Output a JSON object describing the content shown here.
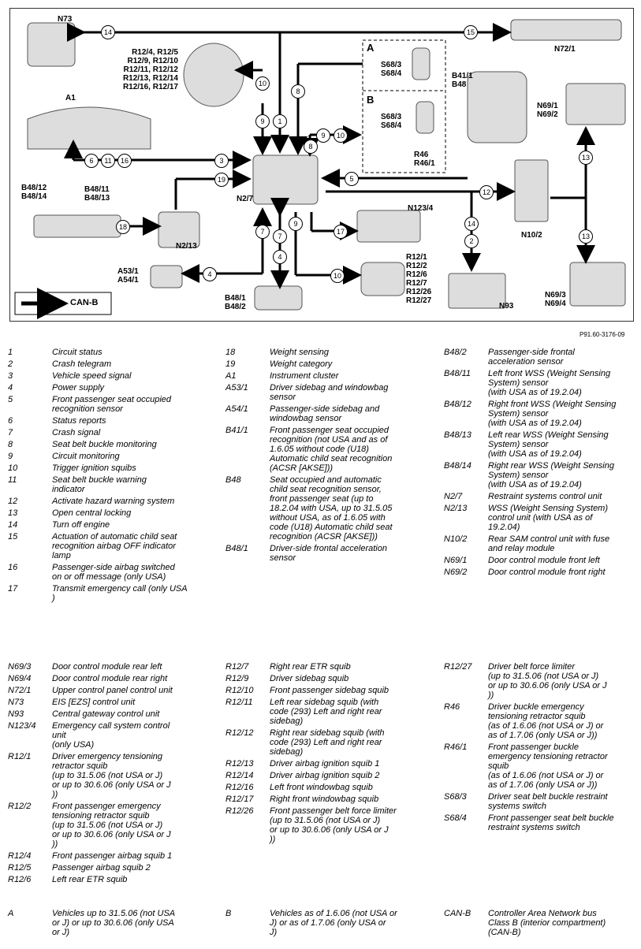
{
  "diagram": {
    "components": [
      {
        "name": "n73",
        "label": "N73"
      },
      {
        "name": "r12-group",
        "label": "R12/4, R12/5\nR12/9, R12/10\nR12/11, R12/12\nR12/13, R12/14\nR12/16, R12/17"
      },
      {
        "name": "box-a",
        "label": "A"
      },
      {
        "name": "box-a-s68",
        "label": "S68/3\nS68/4"
      },
      {
        "name": "box-b",
        "label": "B"
      },
      {
        "name": "box-b-s68",
        "label": "S68/3\nS68/4"
      },
      {
        "name": "box-b-r46",
        "label": "R46\nR46/1"
      },
      {
        "name": "n72-1",
        "label": "N72/1"
      },
      {
        "name": "b41-1",
        "label": "B41/1\nB48"
      },
      {
        "name": "a1",
        "label": "A1"
      },
      {
        "name": "n69-1",
        "label": "N69/1\nN69/2"
      },
      {
        "name": "b48-12",
        "label": "B48/12\nB48/14"
      },
      {
        "name": "b48-11",
        "label": "B48/11\nB48/13"
      },
      {
        "name": "n2-7",
        "label": "N2/7"
      },
      {
        "name": "n123-4",
        "label": "N123/4"
      },
      {
        "name": "n10-2",
        "label": "N10/2"
      },
      {
        "name": "n2-13",
        "label": "N2/13"
      },
      {
        "name": "a53-1",
        "label": "A53/1\nA54/1"
      },
      {
        "name": "r12-1",
        "label": "R12/1\nR12/2\nR12/6\nR12/7\nR12/26\nR12/27"
      },
      {
        "name": "n69-3",
        "label": "N69/3\nN69/4"
      },
      {
        "name": "b48-1",
        "label": "B48/1\nB48/2"
      },
      {
        "name": "n93",
        "label": "N93"
      },
      {
        "name": "can-b",
        "label": "CAN-B"
      }
    ],
    "bubbles": [
      "14",
      "15",
      "10",
      "9",
      "1",
      "8",
      "9",
      "10",
      "8",
      "6",
      "11",
      "16",
      "3",
      "19",
      "5",
      "12",
      "18",
      "7",
      "7",
      "4",
      "9",
      "17",
      "14",
      "2",
      "10",
      "4",
      "13",
      "13"
    ]
  },
  "reference": "P91.60-3176-09",
  "legend": {
    "col1": [
      {
        "code": "1",
        "desc": "Circuit status"
      },
      {
        "code": "2",
        "desc": "Crash telegram"
      },
      {
        "code": "3",
        "desc": "Vehicle speed signal"
      },
      {
        "code": "4",
        "desc": "Power supply"
      },
      {
        "code": "5",
        "desc": "Front passenger seat occupied\nrecognition sensor"
      },
      {
        "code": "6",
        "desc": "Status reports"
      },
      {
        "code": "7",
        "desc": "Crash signal"
      },
      {
        "code": "8",
        "desc": "Seat belt buckle monitoring"
      },
      {
        "code": "9",
        "desc": "Circuit monitoring"
      },
      {
        "code": "10",
        "desc": "Trigger ignition squibs"
      },
      {
        "code": "11",
        "desc": "Seat belt buckle warning\nindicator"
      },
      {
        "code": "12",
        "desc": "Activate hazard warning system"
      },
      {
        "code": "13",
        "desc": "Open central locking"
      },
      {
        "code": "14",
        "desc": "Turn off engine"
      },
      {
        "code": "15",
        "desc": "Actuation of automatic child seat\nrecognition airbag OFF indicator\nlamp"
      },
      {
        "code": "16",
        "desc": "Passenger-side airbag switched\non or off message (only USA)"
      },
      {
        "code": "17",
        "desc": "Transmit emergency call (only USA\n)"
      }
    ],
    "col2": [
      {
        "code": "18",
        "desc": "Weight sensing"
      },
      {
        "code": "19",
        "desc": "Weight category"
      },
      {
        "code": "A1",
        "desc": "Instrument cluster"
      },
      {
        "code": "A53/1",
        "desc": "Driver sidebag and windowbag\nsensor"
      },
      {
        "code": "A54/1",
        "desc": "Passenger-side sidebag and\nwindowbag sensor"
      },
      {
        "code": "B41/1",
        "desc": "Front passenger seat occupied\nrecognition (not USA and as of\n1.6.05 without code (U18)\nAutomatic child seat recognition\n(ACSR [AKSE]))"
      },
      {
        "code": "B48",
        "desc": "Seat occupied and automatic\nchild seat recognition sensor,\nfront passenger seat (up to\n18.2.04 with USA, up to 31.5.05\nwithout USA, as of 1.6.05 with\ncode (U18) Automatic child seat\nrecognition (ACSR [AKSE]))"
      },
      {
        "code": "B48/1",
        "desc": "Driver-side frontal acceleration\nsensor"
      }
    ],
    "col3": [
      {
        "code": "B48/2",
        "desc": "Passenger-side frontal\nacceleration sensor"
      },
      {
        "code": "B48/11",
        "desc": "Left front WSS (Weight Sensing\nSystem) sensor\n(with USA as of 19.2.04)"
      },
      {
        "code": "B48/12",
        "desc": "Right front WSS (Weight Sensing\nSystem) sensor\n(with USA as of 19.2.04)"
      },
      {
        "code": "B48/13",
        "desc": "Left rear WSS (Weight Sensing\nSystem) sensor\n(with USA as of 19.2.04)"
      },
      {
        "code": "B48/14",
        "desc": "Right rear WSS (Weight Sensing\nSystem) sensor\n(with USA as of 19.2.04)"
      },
      {
        "code": "N2/7",
        "desc": "Restraint systems control unit"
      },
      {
        "code": "N2/13",
        "desc": "WSS (Weight Sensing System)\ncontrol unit (with USA as of\n19.2.04)"
      },
      {
        "code": "N10/2",
        "desc": "Rear SAM control unit with fuse\nand relay module"
      },
      {
        "code": "N69/1",
        "desc": "Door control module front left"
      },
      {
        "code": "N69/2",
        "desc": "Door control module front right"
      }
    ],
    "col4": [
      {
        "code": "N69/3",
        "desc": "Door control module rear left"
      },
      {
        "code": "N69/4",
        "desc": "Door control module rear right"
      },
      {
        "code": "N72/1",
        "desc": "Upper control panel control unit"
      },
      {
        "code": "N73",
        "desc": "EIS [EZS] control unit"
      },
      {
        "code": "N93",
        "desc": "Central gateway control unit"
      },
      {
        "code": "N123/4",
        "desc": "Emergency call system control\nunit\n(only USA)"
      },
      {
        "code": "R12/1",
        "desc": "Driver emergency tensioning\nretractor squib\n(up to 31.5.06 (not USA or J)\nor up to 30.6.06 (only USA or J\n))"
      },
      {
        "code": "R12/2",
        "desc": "Front passenger emergency\ntensioning retractor squib\n(up to 31.5.06 (not USA or J)\nor up to 30.6.06 (only USA or J\n))"
      },
      {
        "code": "R12/4",
        "desc": "Front passenger airbag squib 1"
      },
      {
        "code": "R12/5",
        "desc": "Passenger airbag squib 2"
      },
      {
        "code": "R12/6",
        "desc": "Left rear ETR squib"
      }
    ],
    "col5": [
      {
        "code": "R12/7",
        "desc": "Right rear ETR squib"
      },
      {
        "code": "R12/9",
        "desc": "Driver sidebag squib"
      },
      {
        "code": "R12/10",
        "desc": "Front passenger sidebag squib"
      },
      {
        "code": "R12/11",
        "desc": "Left rear sidebag squib (with\ncode (293) Left and right rear\nsidebag)"
      },
      {
        "code": "R12/12",
        "desc": "Right rear sidebag squib (with\ncode (293) Left and right rear\nsidebag)"
      },
      {
        "code": "R12/13",
        "desc": "Driver airbag ignition squib 1"
      },
      {
        "code": "R12/14",
        "desc": "Driver airbag ignition squib 2"
      },
      {
        "code": "R12/16",
        "desc": "Left front windowbag squib"
      },
      {
        "code": "R12/17",
        "desc": "Right front windowbag squib"
      },
      {
        "code": "R12/26",
        "desc": "Front passenger belt force limiter\n(up to 31.5.06 (not USA or J)\nor up to 30.6.06 (only USA or J\n))"
      }
    ],
    "col6": [
      {
        "code": "R12/27",
        "desc": "Driver belt force limiter\n(up to 31.5.06 (not USA or J)\nor up to 30.6.06 (only USA or J\n))"
      },
      {
        "code": "R46",
        "desc": "Driver buckle emergency\ntensioning retractor squib\n(as of 1.6.06 (not USA or J) or\nas of 1.7.06 (only USA or J))"
      },
      {
        "code": "R46/1",
        "desc": "Front passenger buckle\nemergency tensioning retractor\nsquib\n(as of 1.6.06 (not USA or J) or\nas of 1.7.06 (only USA or J))"
      },
      {
        "code": "S68/3",
        "desc": "Driver seat belt buckle restraint\nsystems switch"
      },
      {
        "code": "S68/4",
        "desc": "Front passenger seat belt buckle\nrestraint systems switch"
      }
    ],
    "footer": [
      {
        "code": "A",
        "desc": "Vehicles up to 31.5.06 (not USA\nor J) or up to 30.6.06 (only USA\nor J)"
      },
      {
        "code": "B",
        "desc": "Vehicles as of 1.6.06 (not USA or\nJ) or as of 1.7.06 (only USA or\nJ)"
      },
      {
        "code": "CAN-B",
        "desc": "Controller Area Network bus\nClass B (interior compartment)\n(CAN-B)"
      }
    ]
  }
}
